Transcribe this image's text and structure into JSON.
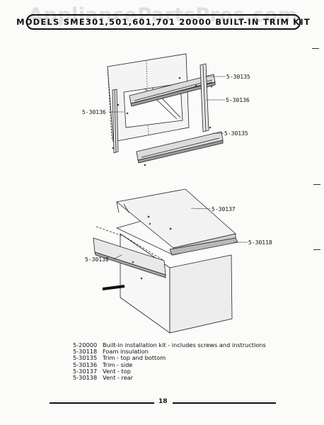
{
  "watermark": "AppliancePartsPros.com",
  "header": {
    "title": "MODELS SME301,501,601,701  20000 BUILT-IN TRIM KIT"
  },
  "callouts": {
    "top_right_1": "5-30135",
    "top_right_2": "5-30136",
    "top_left": "5-30136",
    "top_right_3": "5-30135",
    "vent_top": "5-30137",
    "insulation": "5-30118",
    "vent_rear": "5-30138"
  },
  "legend": [
    {
      "code": "5-20000",
      "desc": "Built-in installation kit - includes screws and instructions"
    },
    {
      "code": "5-30118",
      "desc": "Foam insulation"
    },
    {
      "code": "5-30135",
      "desc": "Trim - top and bottom"
    },
    {
      "code": "5-30136",
      "desc": "Trim - side"
    },
    {
      "code": "5-30137",
      "desc": "Vent - top"
    },
    {
      "code": "5-30138",
      "desc": "Vent - rear"
    }
  ],
  "page_number": "18"
}
